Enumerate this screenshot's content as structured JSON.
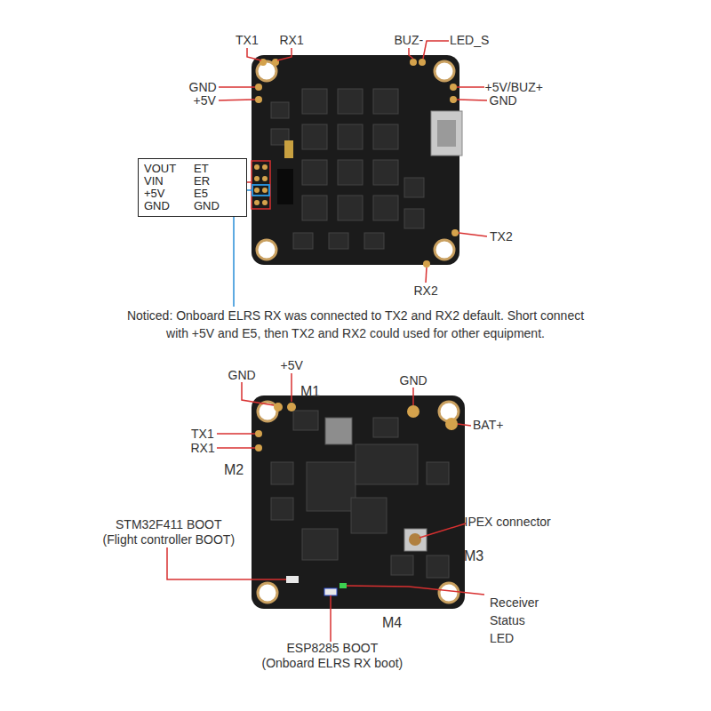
{
  "diagram": {
    "nodes": [
      {
        "text": [
          "VOUT",
          "ET",
          "VIN",
          "ER",
          "+5V",
          "E5",
          "GND",
          "GND"
        ]
      }
    ],
    "labels": [
      "TX1",
      "RX1",
      "BUZ-",
      "LED_S",
      "GND",
      "+5V/BUZ+",
      "+5V",
      "GND",
      "TX2",
      "RX2",
      "Noticed: Onboard ELRS RX was connected to TX2 and RX2 default. Short connect with +5V and E5, then TX2 and RX2 could used for other equipment.",
      "+5V",
      "GND",
      "M1",
      "GND",
      "TX1",
      "BAT+",
      "RX1",
      "M2",
      "IPEX connector",
      "STM32F411 BOOT",
      "(Flight controller BOOT)",
      "M3",
      "Receiver Status LED",
      "M4",
      "ESP8285 BOOT",
      "(Onboard ELRS RX boot)"
    ]
  }
}
